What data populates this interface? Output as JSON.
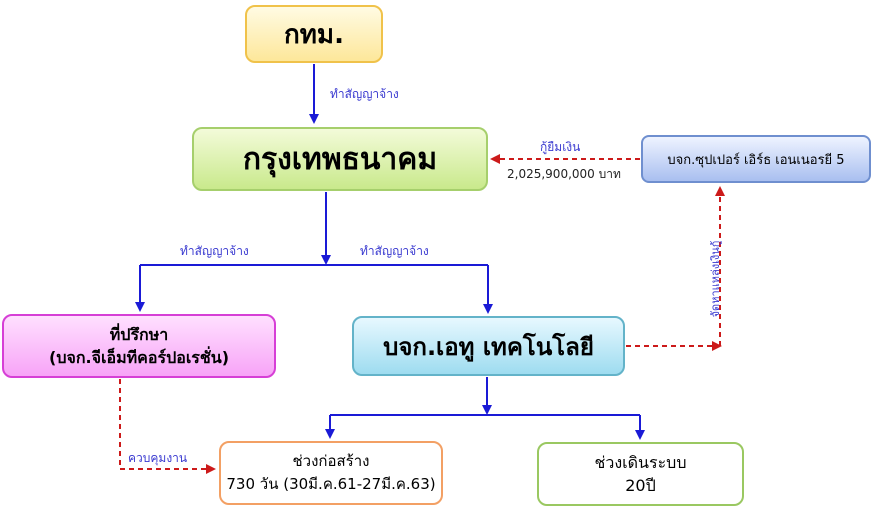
{
  "nodes": {
    "bkk": "กทม.",
    "krungthep": "กรุงเทพธนาคม",
    "superearth": "บจก.ซุปเปอร์ เอิร์ธ เอนเนอรยี 5",
    "consultant_title": "ที่ปรึกษา",
    "consultant_name": "(บจก.จีเอ็มทีคอร์ปอเรชั่น)",
    "a2": "บจก.เอทู เทคโนโลยี",
    "build_title": "ช่วงก่อสร้าง",
    "build_detail": "730 วัน (30มี.ค.61-27มี.ค.63)",
    "operate_title": "ช่วงเดินระบบ",
    "operate_detail": "20ปี"
  },
  "edges": {
    "bkk_to_krung": "ทำสัญญาจ้าง",
    "krung_to_consult": "ทำสัญญาจ้าง",
    "krung_to_a2": "ทำสัญญาจ้าง",
    "loan_label": "กู้ยืมเงิน",
    "loan_amount": "2,025,900,000 บาท",
    "funding": "จัดหาแหล่งเงินกู้",
    "supervise": "ควบคุมงาน"
  },
  "colors": {
    "solid_arrow": "#1a1ad6",
    "dashed_arrow": "#cc1a1a",
    "label_text": "#3a3ad0"
  }
}
